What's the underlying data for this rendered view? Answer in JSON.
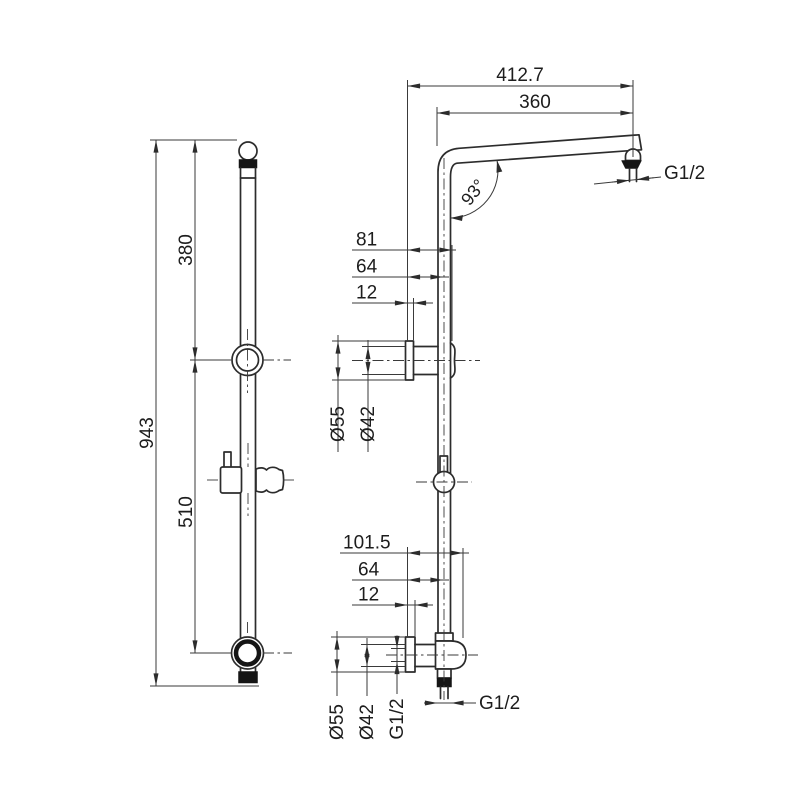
{
  "left_view": {
    "dim_overall": "943",
    "dim_top_to_bracket": "380",
    "dim_bracket_spacing": "510"
  },
  "right_view": {
    "dim_arm_to_wall": "412.7",
    "dim_arm_length": "360",
    "dim_arm_angle": "93°",
    "dim_head_thread": "G1/2",
    "upper_bracket": {
      "dim_depth_overall": "81",
      "dim_depth_to_center": "64",
      "dim_flange_thickness": "12",
      "dim_flange_diameter": "Ø55",
      "dim_tube_diameter": "Ø42"
    },
    "lower_bracket": {
      "dim_depth_overall": "101.5",
      "dim_depth_to_center": "64",
      "dim_flange_thickness": "12",
      "dim_flange_diameter": "Ø55",
      "dim_tube_diameter": "Ø42",
      "dim_inlet_thread": "G1/2",
      "dim_outlet_thread": "G1/2"
    }
  }
}
